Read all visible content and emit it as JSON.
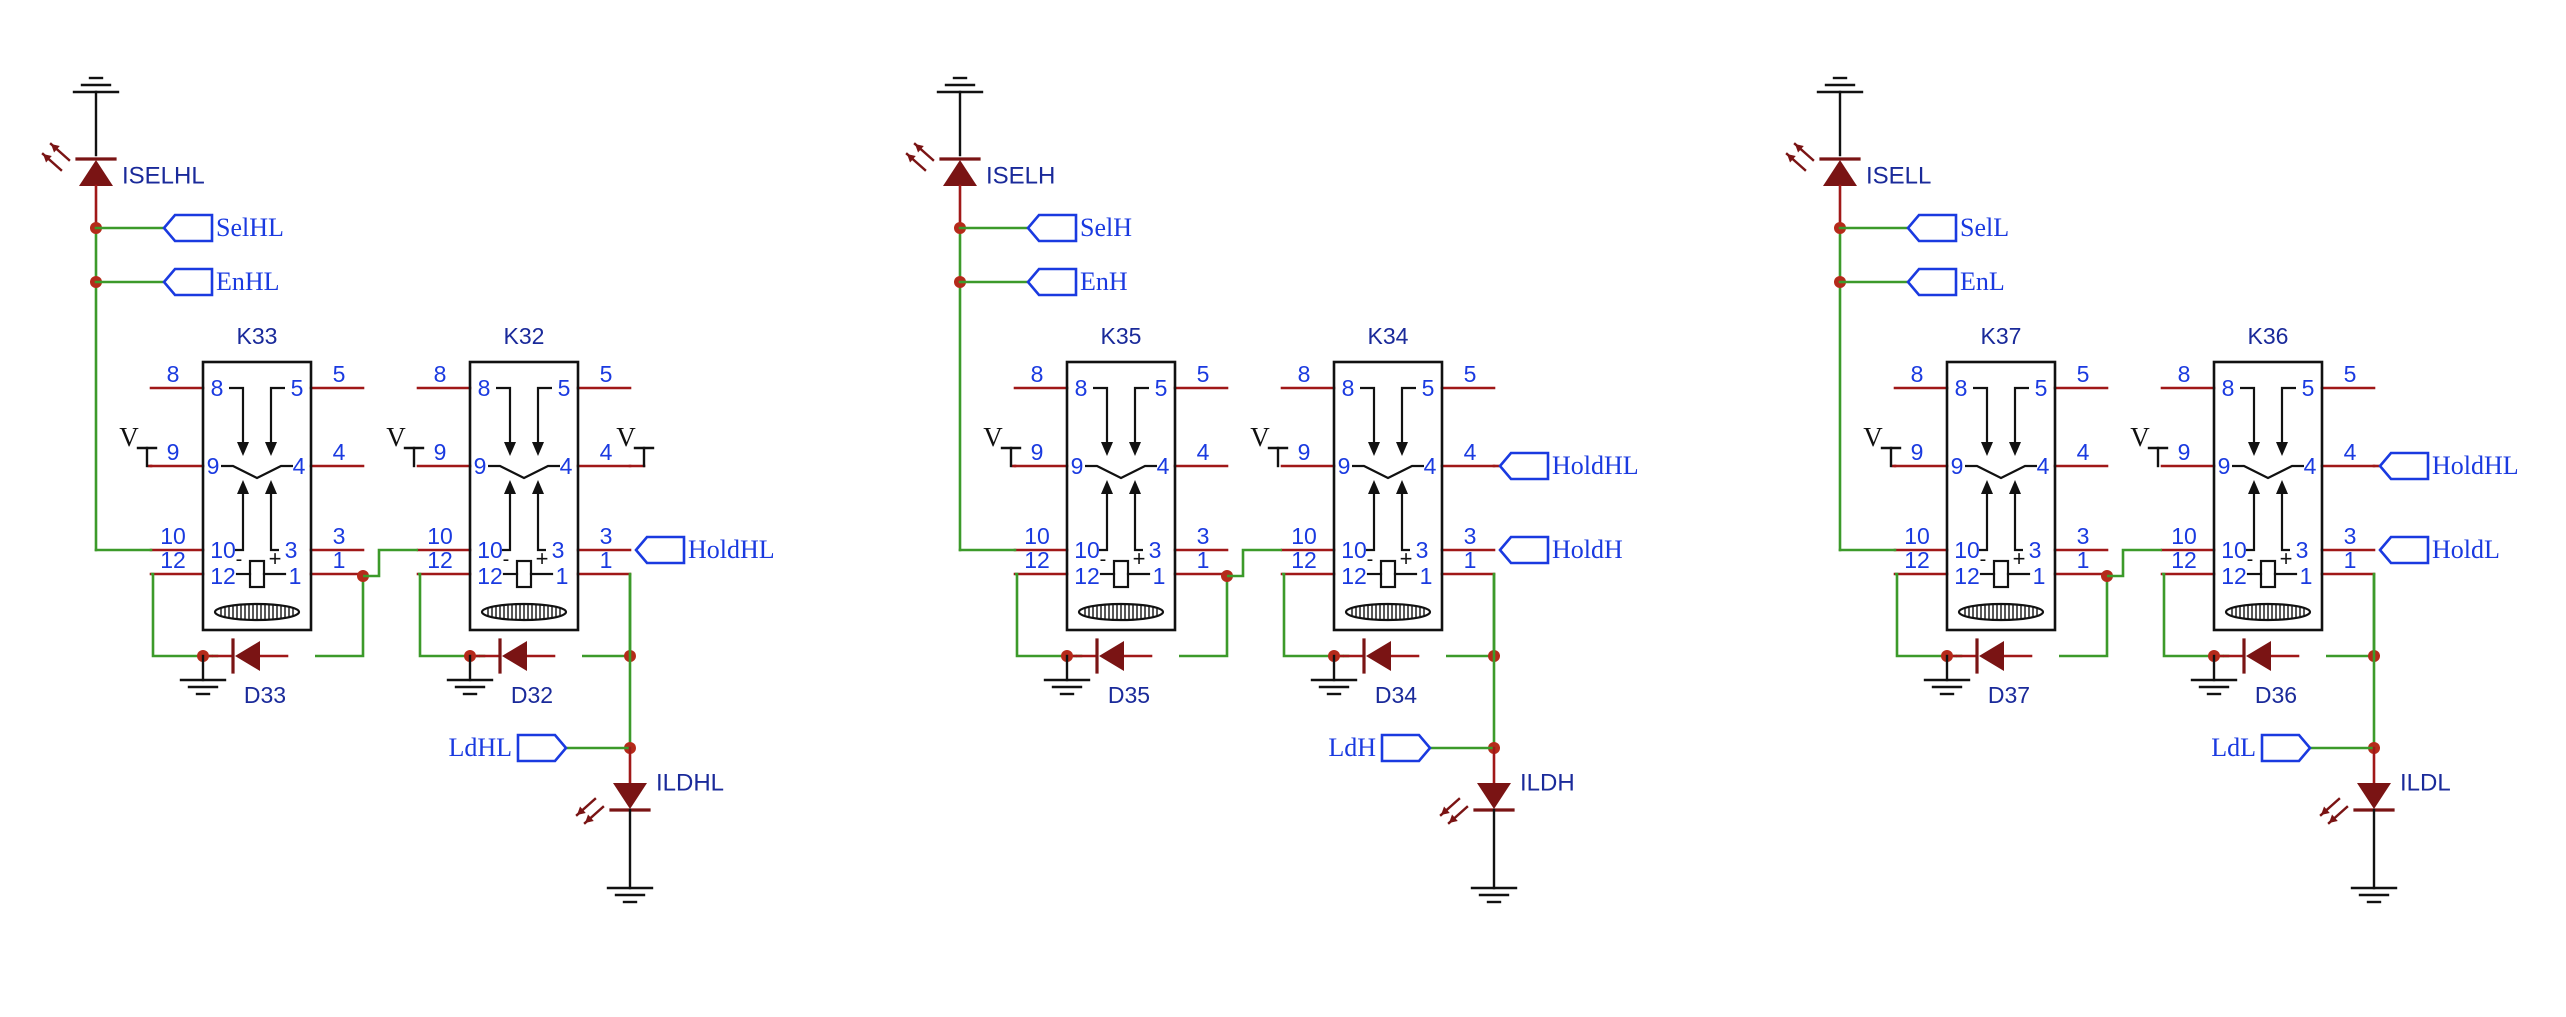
{
  "colors": {
    "wire": "#3c9a2a",
    "pin": "#a01818",
    "part": "#7a1414",
    "junction": "#b52a1a",
    "body": "#111111",
    "label": "#1a2a9a",
    "net": "#1a3ae0",
    "pinnum": "#1a3ae0",
    "bg": "#ffffff"
  },
  "icons": [
    "ground-icon",
    "led-icon",
    "diode-icon",
    "relay-icon",
    "net-flag-icon",
    "junction-dot-icon"
  ],
  "sections": [
    {
      "led_top": "ISELHL",
      "sel_flag": "SelHL",
      "en_flag": "EnHL",
      "relay_a": "K33",
      "relay_b": "K32",
      "diode_a": "D33",
      "diode_b": "D32",
      "vcc_a": "V",
      "vcc_b": "V",
      "vcc_c": "V",
      "hold_top": "",
      "hold_bottom": "HoldHL",
      "ld_flag": "LdHL",
      "led_bottom": "ILDHL"
    },
    {
      "led_top": "ISELH",
      "sel_flag": "SelH",
      "en_flag": "EnH",
      "relay_a": "K35",
      "relay_b": "K34",
      "diode_a": "D35",
      "diode_b": "D34",
      "vcc_a": "V",
      "vcc_b": "V",
      "vcc_c": "",
      "hold_top": "HoldHL",
      "hold_bottom": "HoldH",
      "ld_flag": "LdH",
      "led_bottom": "ILDH"
    },
    {
      "led_top": "ISELL",
      "sel_flag": "SelL",
      "en_flag": "EnL",
      "relay_a": "K37",
      "relay_b": "K36",
      "diode_a": "D37",
      "diode_b": "D36",
      "vcc_a": "V",
      "vcc_b": "V",
      "vcc_c": "",
      "hold_top": "HoldHL",
      "hold_bottom": "HoldL",
      "ld_flag": "LdL",
      "led_bottom": "ILDL"
    }
  ],
  "pins": {
    "n1": "1",
    "n3": "3",
    "n4": "4",
    "n5": "5",
    "n8": "8",
    "n9": "9",
    "n10": "10",
    "n12": "12",
    "plus": "+",
    "minus": "-"
  }
}
